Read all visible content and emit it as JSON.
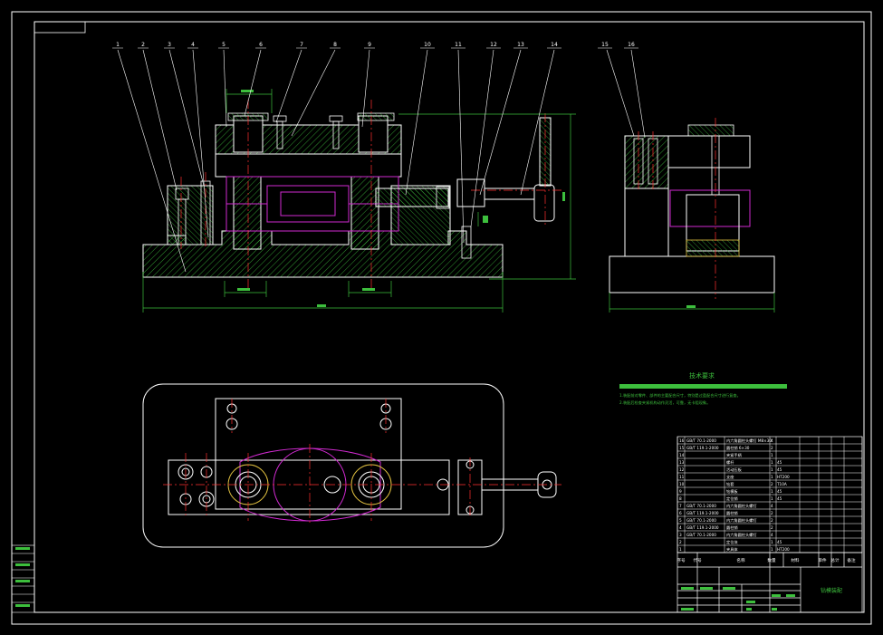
{
  "drawing": {
    "title_bar_label": "技术要求",
    "balloons": [
      "1",
      "2",
      "3",
      "4",
      "5",
      "6",
      "7",
      "8",
      "9",
      "10",
      "11",
      "12",
      "13",
      "14"
    ],
    "side_balloons": [
      "15",
      "16"
    ],
    "tech_requirements": [
      "1.装配前对零件、部件的主要配合尺寸，特别是过盈配合尺寸进行复查。",
      "2.装配后检查夹紧机构动作灵活，可靠，无卡阻现象。"
    ],
    "bom_headers": [
      "序号",
      "代号",
      "名称",
      "数量",
      "材料",
      "单件",
      "总计",
      "备注"
    ],
    "bom_rows": [
      [
        "16",
        "GB/T 70.1-2000",
        "内六角圆柱头螺钉 M8×30",
        "4",
        "",
        ""
      ],
      [
        "15",
        "GB/T 119.1-2000",
        "圆柱销 6×30",
        "2",
        "",
        ""
      ],
      [
        "14",
        "",
        "夹紧手柄",
        "1",
        "",
        ""
      ],
      [
        "13",
        "",
        "螺杆",
        "1",
        "45",
        ""
      ],
      [
        "12",
        "",
        "活动压板",
        "1",
        "45",
        ""
      ],
      [
        "11",
        "",
        "支座",
        "1",
        "HT200",
        ""
      ],
      [
        "10",
        "",
        "钻套",
        "2",
        "T10A",
        ""
      ],
      [
        "9",
        "",
        "钻模板",
        "1",
        "45",
        ""
      ],
      [
        "8",
        "",
        "定位销",
        "1",
        "45",
        ""
      ],
      [
        "7",
        "GB/T 70.1-2000",
        "内六角圆柱头螺钉",
        "4",
        "",
        ""
      ],
      [
        "6",
        "GB/T 119.1-2000",
        "圆柱销",
        "2",
        "",
        ""
      ],
      [
        "5",
        "GB/T 70.1-2000",
        "内六角圆柱头螺钉",
        "2",
        "",
        ""
      ],
      [
        "4",
        "GB/T 119.1-2000",
        "圆柱销",
        "2",
        "",
        ""
      ],
      [
        "3",
        "GB/T 70.1-2000",
        "内六角圆柱头螺钉",
        "4",
        "",
        ""
      ],
      [
        "2",
        "",
        "定位块",
        "1",
        "45",
        ""
      ],
      [
        "1",
        "",
        "夹具体",
        "1",
        "HT200",
        ""
      ]
    ],
    "title_block_name": "钻模装配"
  }
}
